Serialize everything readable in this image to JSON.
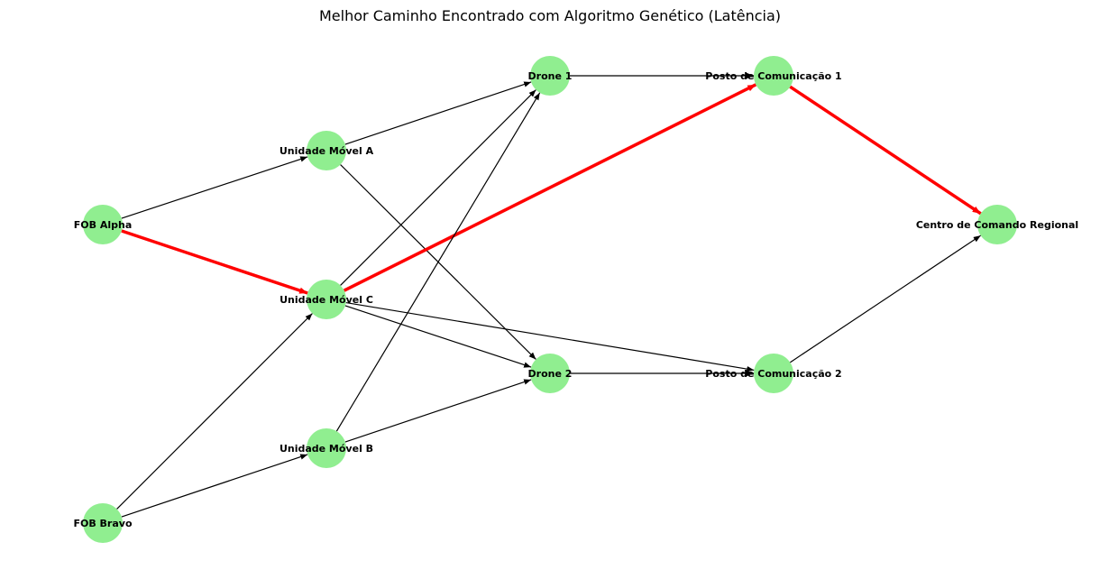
{
  "title": "Melhor Caminho Encontrado com Algoritmo Genético (Latência)",
  "colors": {
    "node": "#90ee90",
    "edge": "#000000",
    "best_path": "#ff0000"
  },
  "nodes": [
    {
      "id": "fob_alpha",
      "label": "FOB Alpha"
    },
    {
      "id": "fob_bravo",
      "label": "FOB Bravo"
    },
    {
      "id": "unidade_a",
      "label": "Unidade Móvel A"
    },
    {
      "id": "unidade_c",
      "label": "Unidade Móvel C"
    },
    {
      "id": "unidade_b",
      "label": "Unidade Móvel B"
    },
    {
      "id": "drone1",
      "label": "Drone 1"
    },
    {
      "id": "drone2",
      "label": "Drone 2"
    },
    {
      "id": "posto1",
      "label": "Posto de Comunicação 1"
    },
    {
      "id": "posto2",
      "label": "Posto de Comunicação 2"
    },
    {
      "id": "centro",
      "label": "Centro de Comando Regional"
    }
  ],
  "edges": [
    {
      "from": "fob_alpha",
      "to": "unidade_a",
      "best": false
    },
    {
      "from": "fob_alpha",
      "to": "unidade_c",
      "best": true
    },
    {
      "from": "fob_bravo",
      "to": "unidade_c",
      "best": false
    },
    {
      "from": "fob_bravo",
      "to": "unidade_b",
      "best": false
    },
    {
      "from": "unidade_a",
      "to": "drone1",
      "best": false
    },
    {
      "from": "unidade_a",
      "to": "drone2",
      "best": false
    },
    {
      "from": "unidade_c",
      "to": "drone1",
      "best": false
    },
    {
      "from": "unidade_c",
      "to": "posto1",
      "best": true
    },
    {
      "from": "unidade_c",
      "to": "drone2",
      "best": false
    },
    {
      "from": "unidade_c",
      "to": "posto2",
      "best": false
    },
    {
      "from": "unidade_b",
      "to": "drone1",
      "best": false
    },
    {
      "from": "unidade_b",
      "to": "drone2",
      "best": false
    },
    {
      "from": "drone1",
      "to": "posto1",
      "best": false
    },
    {
      "from": "drone2",
      "to": "posto2",
      "best": false
    },
    {
      "from": "posto1",
      "to": "centro",
      "best": true
    },
    {
      "from": "posto2",
      "to": "centro",
      "best": false
    }
  ]
}
